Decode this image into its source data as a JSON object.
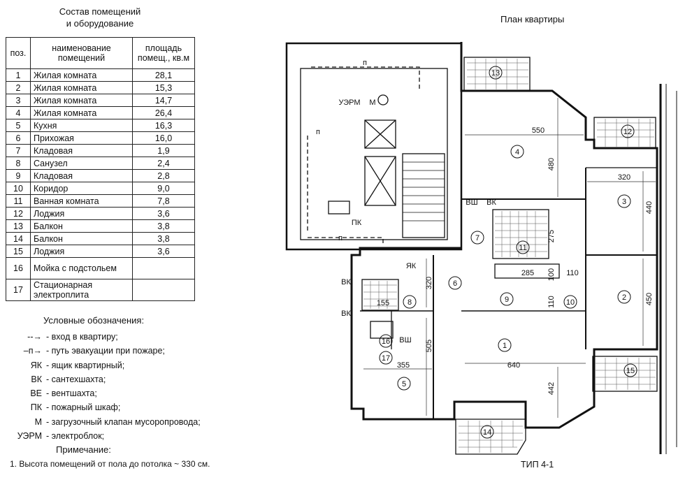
{
  "table": {
    "title_line1": "Состав помещений",
    "title_line2": "и оборудование",
    "headers": {
      "pos": "поз.",
      "name": "наименование помещений",
      "area": "площадь помещ., кв.м"
    },
    "rows": [
      {
        "num": "1",
        "name": "Жилая комната",
        "area": "28,1"
      },
      {
        "num": "2",
        "name": "Жилая комната",
        "area": "15,3"
      },
      {
        "num": "3",
        "name": "Жилая комната",
        "area": "14,7"
      },
      {
        "num": "4",
        "name": "Жилая комната",
        "area": "26,4"
      },
      {
        "num": "5",
        "name": "Кухня",
        "area": "16,3"
      },
      {
        "num": "6",
        "name": "Прихожая",
        "area": "16,0"
      },
      {
        "num": "7",
        "name": "Кладовая",
        "area": "1,9"
      },
      {
        "num": "8",
        "name": "Санузел",
        "area": "2,4"
      },
      {
        "num": "9",
        "name": "Кладовая",
        "area": "2,8"
      },
      {
        "num": "10",
        "name": "Коридор",
        "area": "9,0"
      },
      {
        "num": "11",
        "name": "Ванная комната",
        "area": "7,8"
      },
      {
        "num": "12",
        "name": "Лоджия",
        "area": "3,6"
      },
      {
        "num": "13",
        "name": "Балкон",
        "area": "3,8"
      },
      {
        "num": "14",
        "name": "Балкон",
        "area": "3,8"
      },
      {
        "num": "15",
        "name": "Лоджия",
        "area": "3,6"
      },
      {
        "num": "16",
        "name": "Мойка с подстольем",
        "area": ""
      },
      {
        "num": "17",
        "name": "Стационарная электроплита",
        "area": ""
      }
    ]
  },
  "legend": {
    "title": "Условные обозначения:",
    "items": [
      {
        "sym": "--→",
        "text": "- вход в квартиру;"
      },
      {
        "sym": "–п→",
        "text": "- путь эвакуации при пожаре;"
      },
      {
        "sym": "ЯК",
        "text": "- ящик квартирный;"
      },
      {
        "sym": "ВК",
        "text": "- сантехшахта;"
      },
      {
        "sym": "ВЕ",
        "text": "- вентшахта;"
      },
      {
        "sym": "ПК",
        "text": "- пожарный шкаф;"
      },
      {
        "sym": "М",
        "text": "- загрузочный клапан мусоропровода;"
      },
      {
        "sym": "УЭРМ",
        "text": "- электроблок;"
      }
    ]
  },
  "note": {
    "title": "Примечание:",
    "text": "1. Высота помещений от пола до потолка ~ 330 см."
  },
  "plan": {
    "title": "План квартиры",
    "type_label": "ТИП 4-1",
    "room_labels": [
      "1",
      "2",
      "3",
      "4",
      "5",
      "6",
      "7",
      "8",
      "9",
      "10",
      "11",
      "12",
      "13",
      "14",
      "15",
      "16",
      "17"
    ],
    "dimensions": {
      "d550": "550",
      "d480": "480",
      "d320a": "320",
      "d440": "440",
      "d275": "275",
      "d285": "285",
      "d100": "100",
      "d110a": "110",
      "d110b": "110",
      "d320b": "320",
      "d450": "450",
      "d155": "155",
      "d505": "505",
      "d355": "355",
      "d640": "640",
      "d442": "442"
    },
    "marks": {
      "uerm": "УЭРМ",
      "m": "М",
      "pk": "ПК",
      "yak": "ЯК",
      "vsh1": "ВШ",
      "vk1": "ВК",
      "vk2": "ВК",
      "vk3": "ВК",
      "vsh2": "ВШ",
      "n1": "п",
      "n2": "п",
      "n3": "п"
    }
  }
}
